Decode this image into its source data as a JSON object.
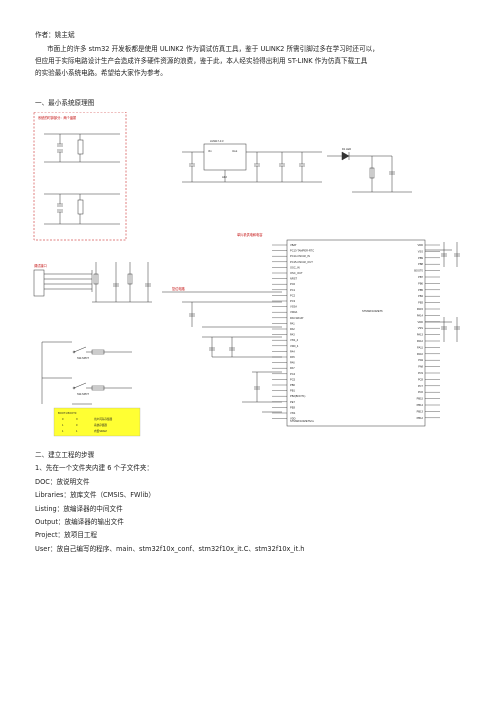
{
  "doc": {
    "author": "作者：姚主斌",
    "para1_line1": "市面上的许多 stm32 开发板都是使用 ULINK2 作为调试仿真工具，鉴于 ULINK2 所需引脚过多在学习时还可以，",
    "para1_line2": "但应用于实际电路设计生产会造成许多硬件资源的浪费，鉴于此，本人经实验得出利用 ST-LINK 作为仿真下载工具",
    "para1_line3": "的实验最小系统电路。希望给大家作为参考。",
    "section1": "一、最小系统原理图",
    "section2": "二、建立工程的步骤",
    "step1": "1、先在一个文件夹内建 6 个子文件夹：",
    "items": [
      "DOC：放说明文件",
      "Libraries：放库文件（CMSIS、FWlib）",
      "Listing：放编译器的中间文件",
      "Output：放编译器的输出文件",
      "Project：放项目工程",
      "User：放自己编写的程序、main、stm32f10x_conf、stm32f10x_it.C、stm32f10x_it.h"
    ]
  },
  "schematic": {
    "crystal_title": "系统的时钟部分：两个晶振",
    "reg_chip": "LM1117-3.3",
    "reg_in": "Vin",
    "reg_out": "Vout",
    "reg_adj": "ADJ",
    "swd_title": "调试接口",
    "mcu_part": "STM32F103ZET6",
    "mcu_title": "STM32F103ZET6/xx",
    "boot_title": "BOOT1 BOOT0",
    "boot_rows": [
      [
        "0",
        "X",
        "用户闪存存储器"
      ],
      [
        "1",
        "0",
        "系统存储器"
      ],
      [
        "1",
        "1",
        "内置SRAM"
      ]
    ],
    "reset_title": "复位电路",
    "mcu_note": "单片机供电和电容",
    "led_label": "D1 LED",
    "switch_labels": [
      "SW-SPDT",
      "SW-SPDT"
    ],
    "mcu_left_pins": [
      "VBAT",
      "PC13-TAMPER-RTC",
      "PC14-OSC32_IN",
      "PC15-OSC32_OUT",
      "OSC_IN",
      "OSC_OUT",
      "NRST",
      "PC0",
      "PC1",
      "PC2",
      "PC3",
      "VSSA",
      "VDDA",
      "PA0-WKUP",
      "PA1",
      "PA2",
      "PA3",
      "VSS_4",
      "VDD_4",
      "PA4",
      "PA5",
      "PA6",
      "PA7",
      "PC4",
      "PC5",
      "PB0",
      "PB1",
      "PB2(BOOT1)",
      "PE7",
      "PE8",
      "VSS",
      "VDD"
    ],
    "mcu_right_pins": [
      "VDD",
      "VSS",
      "PB9",
      "PB8",
      "BOOT0",
      "PB7",
      "PB6",
      "PB5",
      "PB4",
      "PB3",
      "PA15",
      "PA14",
      "VDD",
      "VSS",
      "PA13",
      "PA12",
      "PA11",
      "PA10",
      "PA9",
      "PA8",
      "PC9",
      "PC8",
      "PC7",
      "PC6",
      "PB15",
      "PB14",
      "PB13",
      "PB12"
    ]
  }
}
